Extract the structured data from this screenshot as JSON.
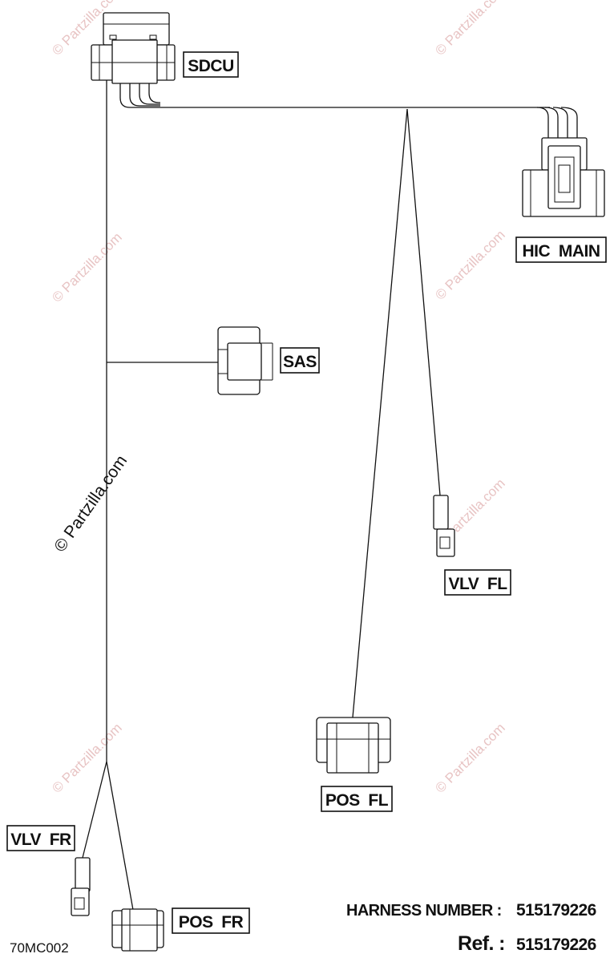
{
  "connectors": {
    "sdcu": "SDCU",
    "hic_main": "HIC  MAIN",
    "sas": "SAS",
    "vlv_fl": "VLV  FL",
    "pos_fl": "POS  FL",
    "vlv_fr": "VLV  FR",
    "pos_fr": "POS  FR"
  },
  "footer": {
    "harness_label": "HARNESS NUMBER :",
    "harness_value": "515179226",
    "ref_label": "Ref. :",
    "ref_value": "515179226",
    "figure_code": "70MC002"
  },
  "watermarks": {
    "main": "© Partzilla.com",
    "faint": "© Partzilla.com"
  },
  "colors": {
    "line": "#111111",
    "watermark": "#e8c4c4"
  }
}
